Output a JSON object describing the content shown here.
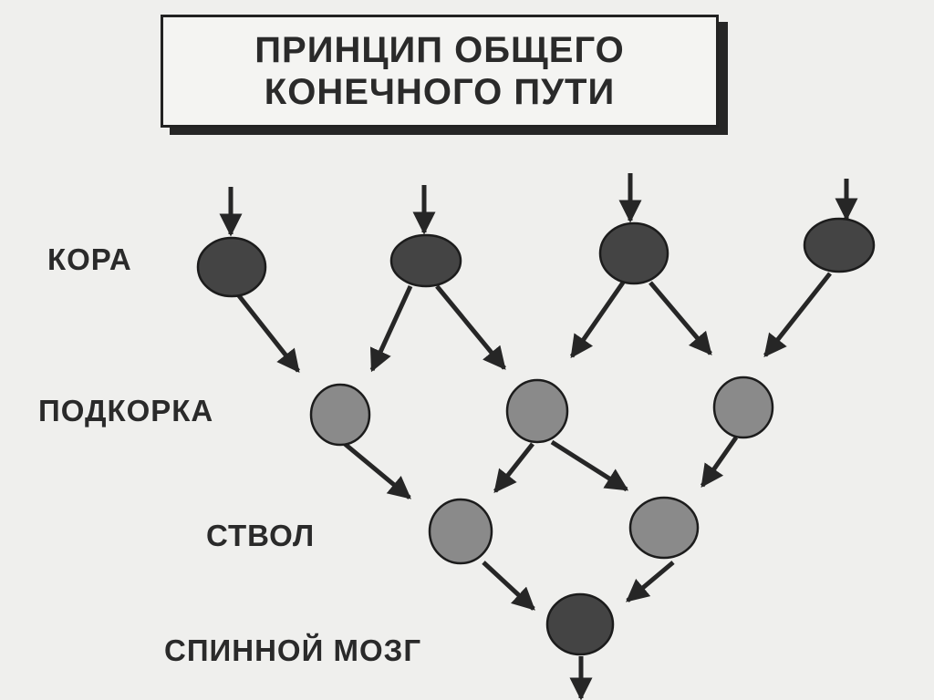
{
  "title": {
    "line1": "ПРИНЦИП ОБЩЕГО",
    "line2": "КОНЕЧНОГО ПУТИ"
  },
  "levels": {
    "cortex": "КОРА",
    "subcortex": "ПОДКОРКА",
    "stem": "СТВОЛ",
    "spinal_cord": "СПИННОЙ МОЗГ"
  },
  "colors": {
    "dark_neuron": "#444444",
    "light_neuron": "#8a8a8a",
    "outline": "#1c1c1c",
    "arrow": "#262626"
  }
}
